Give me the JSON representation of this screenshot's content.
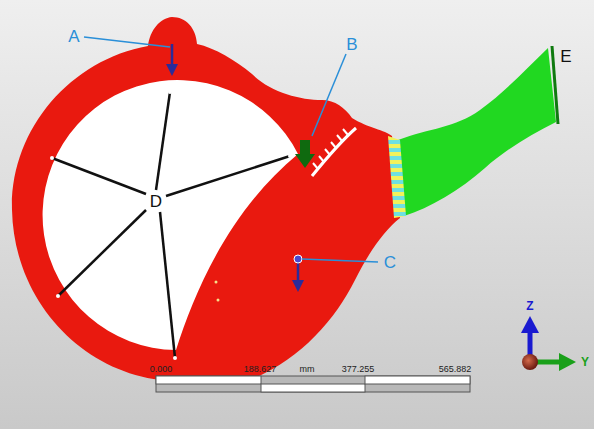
{
  "diagram": {
    "labels": [
      "A",
      "B",
      "C",
      "D",
      "E",
      "Z",
      "Y",
      "0.000",
      "188.627",
      "mm",
      "377.255",
      "565.882"
    ]
  }
}
